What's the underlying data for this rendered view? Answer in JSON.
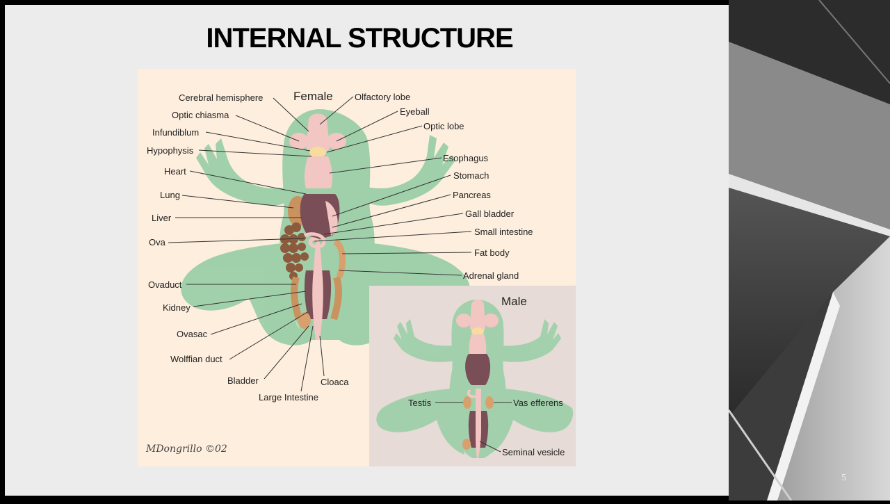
{
  "slide": {
    "title": "INTERNAL STRUCTURE",
    "page_number": "5"
  },
  "diagram": {
    "female_heading": "Female",
    "male_heading": "Male",
    "signature": "MDongrillo ©02",
    "female_labels": {
      "cerebral_hemisphere": "Cerebral hemisphere",
      "optic_chiasma": "Optic chiasma",
      "infundiblum": "Infundiblum",
      "hypophysis": "Hypophysis",
      "heart": "Heart",
      "lung": "Lung",
      "liver": "Liver",
      "ova": "Ova",
      "ovaduct": "Ovaduct",
      "kidney": "Kidney",
      "ovasac": "Ovasac",
      "wolffian_duct": "Wolffian duct",
      "bladder": "Bladder",
      "large_intestine": "Large Intestine",
      "cloaca": "Cloaca",
      "olfactory_lobe": "Olfactory lobe",
      "eyeball": "Eyeball",
      "optic_lobe": "Optic lobe",
      "esophagus": "Esophagus",
      "stomach": "Stomach",
      "pancreas": "Pancreas",
      "gall_bladder": "Gall bladder",
      "small_intestine": "Small intestine",
      "fat_body": "Fat body",
      "adrenal_gland": "Adrenal gland"
    },
    "male_labels": {
      "testis": "Testis",
      "vas_efferens": "Vas efferens",
      "seminal_vesicle": "Seminal vesicle"
    },
    "colors": {
      "background": "#fdeedd",
      "male_panel": "#e6dbd6",
      "body": "#9ccfa8",
      "organ_pink": "#f2c6c2",
      "organ_dark": "#7a4e57",
      "ova": "#8c5a3c",
      "kidney": "#c9925f"
    }
  }
}
